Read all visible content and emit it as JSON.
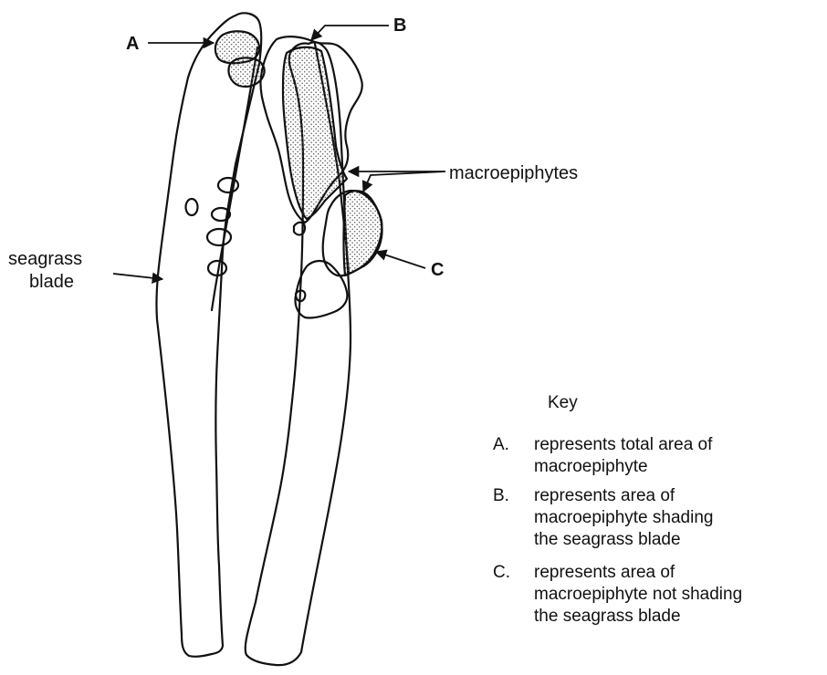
{
  "labels": {
    "a": "A",
    "b": "B",
    "c": "C",
    "macroepiphytes": "macroepiphytes",
    "seagrass_line1": "seagrass",
    "seagrass_line2": "blade"
  },
  "key": {
    "title": "Key",
    "items": [
      {
        "letter": "A.",
        "lines": [
          "represents total area of",
          "macroepiphyte"
        ]
      },
      {
        "letter": "B.",
        "lines": [
          "represents area of",
          "macroepiphyte shading",
          "the seagrass blade"
        ]
      },
      {
        "letter": "C.",
        "lines": [
          "represents area of",
          "macroepiphyte not shading",
          "the seagrass blade"
        ]
      }
    ]
  },
  "colors": {
    "ink": "#111111",
    "stipple": "#555555",
    "background": "#ffffff"
  }
}
